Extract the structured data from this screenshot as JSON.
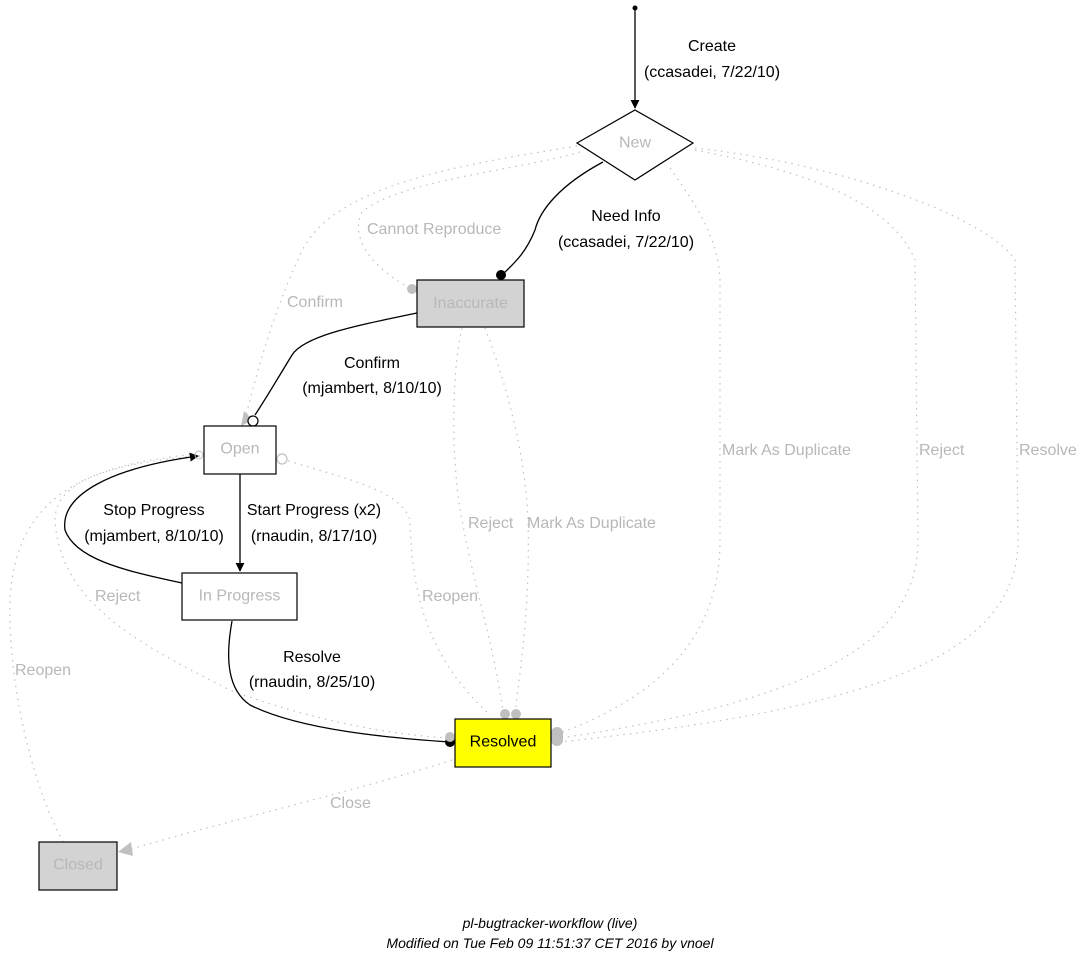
{
  "diagram": {
    "title": "pl-bugtracker-workflow (live)",
    "subtitle": "Modified on Tue Feb 09 11:51:37 CET 2016 by vnoel",
    "colors": {
      "active": "#000000",
      "inactive": "#b8b8b8",
      "current_state_fill": "#ffff00",
      "terminal_fill": "#d3d3d3",
      "node_fill": "#ffffff"
    },
    "nodes": [
      {
        "id": "new",
        "label": "New",
        "shape": "diamond",
        "fill": "#ffffff",
        "current": false
      },
      {
        "id": "inaccurate",
        "label": "Inaccurate",
        "shape": "box",
        "fill": "#d3d3d3",
        "current": false
      },
      {
        "id": "open",
        "label": "Open",
        "shape": "box",
        "fill": "#ffffff",
        "current": false
      },
      {
        "id": "in_progress",
        "label": "In Progress",
        "shape": "box",
        "fill": "#ffffff",
        "current": false
      },
      {
        "id": "resolved",
        "label": "Resolved",
        "shape": "box",
        "fill": "#ffff00",
        "current": true
      },
      {
        "id": "closed",
        "label": "Closed",
        "shape": "box",
        "fill": "#d3d3d3",
        "current": false
      }
    ],
    "edges": [
      {
        "id": "create",
        "from": "start",
        "to": "new",
        "label": "Create",
        "detail": "(ccasadei, 7/22/10)",
        "taken": true
      },
      {
        "id": "need_info",
        "from": "new",
        "to": "inaccurate",
        "label": "Need Info",
        "detail": "(ccasadei, 7/22/10)",
        "taken": true
      },
      {
        "id": "cannot_reproduce",
        "from": "new",
        "to": "inaccurate",
        "label": "Cannot Reproduce",
        "detail": "",
        "taken": false
      },
      {
        "id": "confirm_new",
        "from": "new",
        "to": "open",
        "label": "Confirm",
        "detail": "",
        "taken": false
      },
      {
        "id": "confirm_inaccurate",
        "from": "inaccurate",
        "to": "open",
        "label": "Confirm",
        "detail": "(mjambert, 8/10/10)",
        "taken": true
      },
      {
        "id": "start_progress",
        "from": "open",
        "to": "in_progress",
        "label": "Start Progress (x2)",
        "detail": "(rnaudin, 8/17/10)",
        "taken": true
      },
      {
        "id": "stop_progress",
        "from": "in_progress",
        "to": "open",
        "label": "Stop Progress",
        "detail": "(mjambert, 8/10/10)",
        "taken": true
      },
      {
        "id": "resolve_in_progress",
        "from": "in_progress",
        "to": "resolved",
        "label": "Resolve",
        "detail": "(rnaudin, 8/25/10)",
        "taken": true
      },
      {
        "id": "reject_open",
        "from": "open",
        "to": "resolved",
        "label": "Reject",
        "detail": "",
        "taken": false
      },
      {
        "id": "reopen_resolved",
        "from": "resolved",
        "to": "open",
        "label": "Reopen",
        "detail": "",
        "taken": false
      },
      {
        "id": "reject_inaccurate",
        "from": "inaccurate",
        "to": "resolved",
        "label": "Reject",
        "detail": "",
        "taken": false
      },
      {
        "id": "dup_inaccurate",
        "from": "inaccurate",
        "to": "resolved",
        "label": "Mark As Duplicate",
        "detail": "",
        "taken": false
      },
      {
        "id": "dup_new",
        "from": "new",
        "to": "resolved",
        "label": "Mark As Duplicate",
        "detail": "",
        "taken": false
      },
      {
        "id": "reject_new",
        "from": "new",
        "to": "resolved",
        "label": "Reject",
        "detail": "",
        "taken": false
      },
      {
        "id": "resolve_new",
        "from": "new",
        "to": "resolved",
        "label": "Resolve",
        "detail": "",
        "taken": false
      },
      {
        "id": "close",
        "from": "resolved",
        "to": "closed",
        "label": "Close",
        "detail": "",
        "taken": false
      },
      {
        "id": "reopen_closed",
        "from": "closed",
        "to": "open",
        "label": "Reopen",
        "detail": "",
        "taken": false
      }
    ]
  }
}
